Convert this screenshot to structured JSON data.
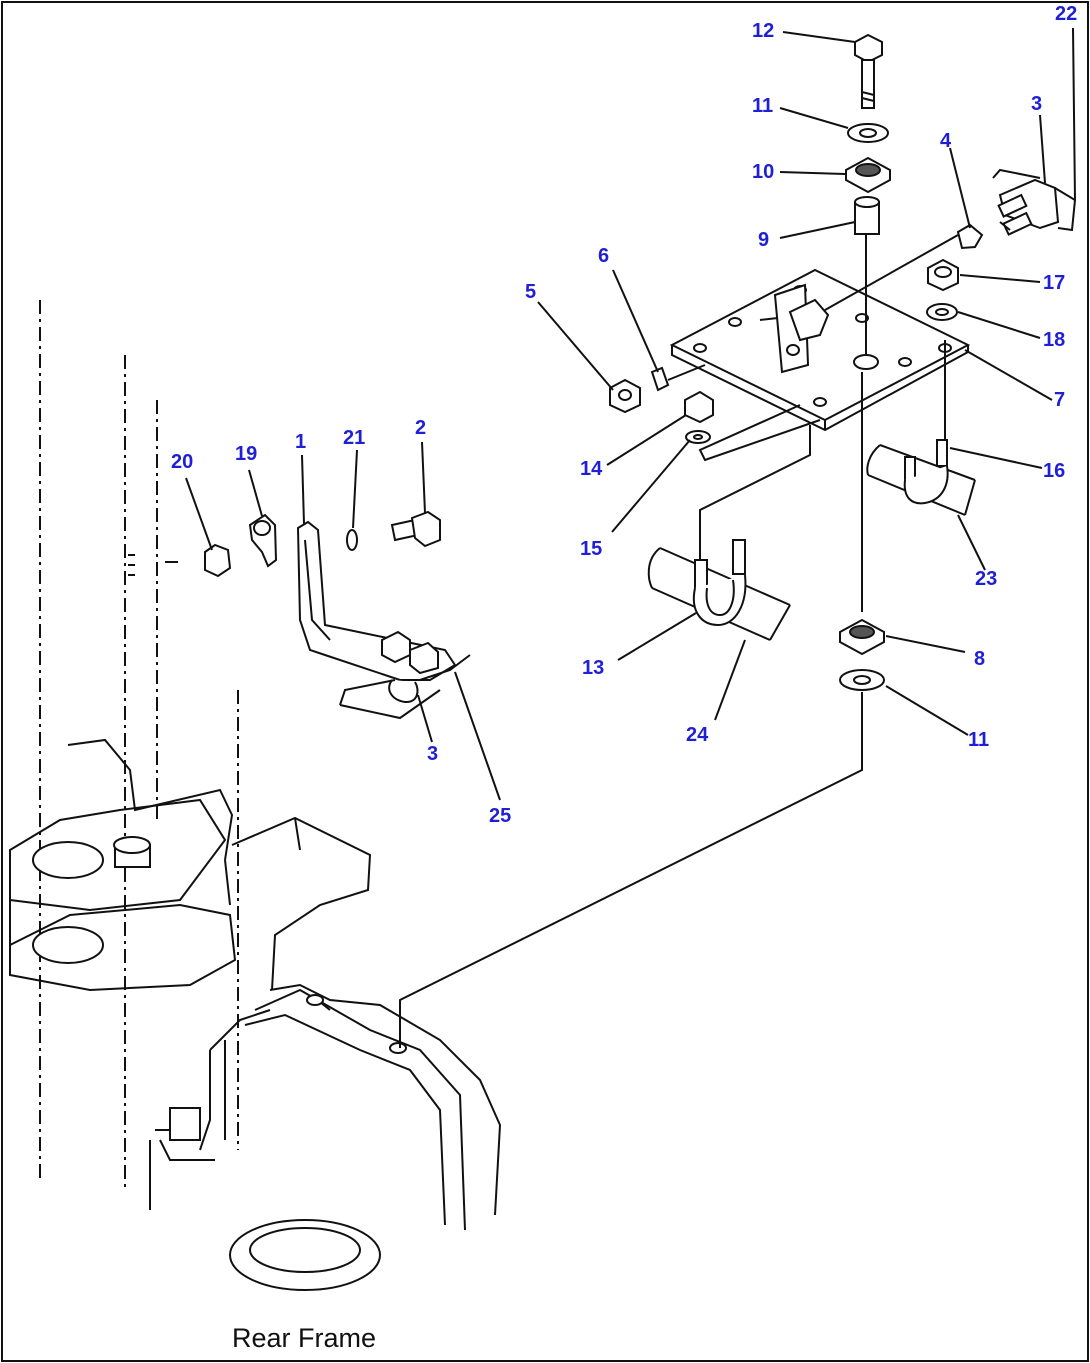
{
  "caption": "Rear Frame",
  "colors": {
    "callout": "#1f1fd6",
    "line": "#111111",
    "background": "#ffffff"
  },
  "callouts": [
    "12",
    "22",
    "11",
    "3",
    "10",
    "4",
    "9",
    "17",
    "6",
    "5",
    "18",
    "7",
    "14",
    "16",
    "20",
    "19",
    "1",
    "21",
    "2",
    "15",
    "23",
    "13",
    "8",
    "24",
    "11",
    "3",
    "25"
  ]
}
